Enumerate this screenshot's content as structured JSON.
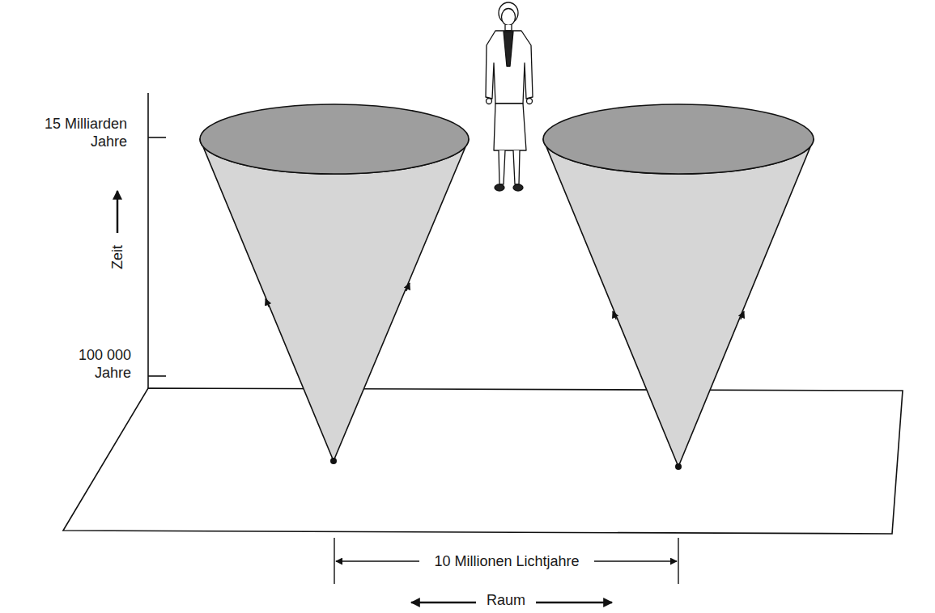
{
  "diagram": {
    "labels": [
      "15 Milliarden Jahre",
      "Zeit",
      "100 000 Jahre",
      "10 Millionen Lichtjahre",
      "Raum"
    ]
  }
}
